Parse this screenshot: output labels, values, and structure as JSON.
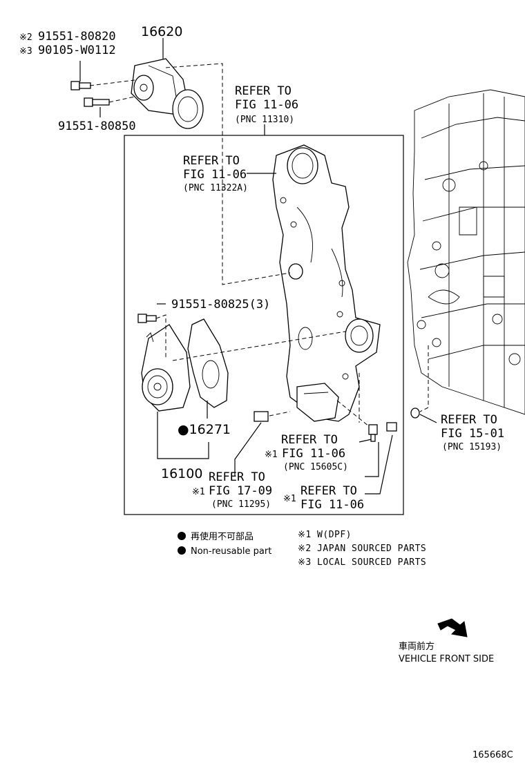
{
  "parts": {
    "bolt_top": {
      "mark_line1": "※2",
      "pn_line1": "91551-80820",
      "mark_line2": "※3",
      "pn_line2": "90105-W0112"
    },
    "tensioner": {
      "pn": "16620"
    },
    "bolt_tensioner": {
      "pn": "91551-80850"
    },
    "bolt_pump": {
      "pn": "91551-80825(3)"
    },
    "gasket": {
      "pn": "●16271"
    },
    "water_pump": {
      "pn": "16100"
    }
  },
  "refs": {
    "cover_outer": {
      "line1": "REFER TO",
      "line2": "FIG 11-06",
      "line3": "(PNC 11310)"
    },
    "cover_inner": {
      "line1": "REFER TO",
      "line2": "FIG 11-06",
      "line3": "(PNC 11322A)"
    },
    "engine_block": {
      "line1": "REFER TO",
      "line2": "FIG 15-01",
      "line3": "(PNC 15193)"
    },
    "sensor": {
      "line1": "REFER TO",
      "mark": "※1",
      "line2": "FIG 11-06",
      "line3": "(PNC 15605C)"
    },
    "seal": {
      "line1": "REFER TO",
      "mark": "※1",
      "line2": "FIG 17-09",
      "line3": "(PNC 11295)"
    },
    "plug": {
      "mark": "※1",
      "line1": "REFER TO",
      "line2": "FIG 11-06"
    }
  },
  "legend": {
    "jp": "再使用不可部品",
    "en": "Non-reusable part",
    "note1": "※1 W(DPF)",
    "note2": "※2 JAPAN SOURCED PARTS",
    "note3": "※3 LOCAL SOURCED PARTS"
  },
  "direction": {
    "jp": "車両前方",
    "en": "VEHICLE FRONT SIDE"
  },
  "diagram_code": "165668C"
}
